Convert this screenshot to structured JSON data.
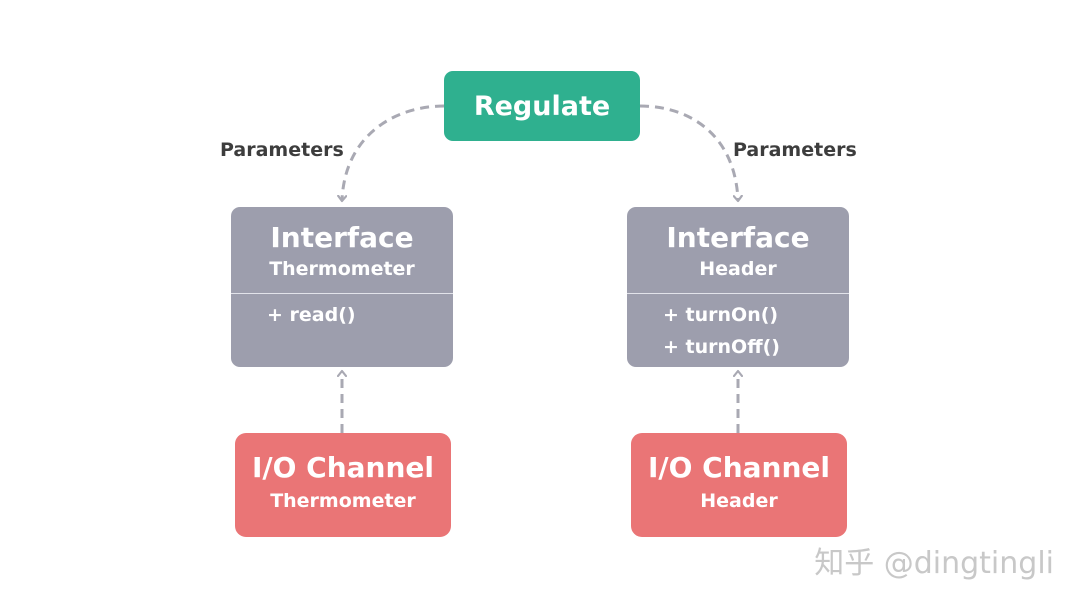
{
  "diagram": {
    "regulate": {
      "label": "Regulate"
    },
    "edges": {
      "left_label": "Parameters",
      "right_label": "Parameters"
    },
    "interfaces": [
      {
        "title": "Interface",
        "name": "Thermometer",
        "methods": [
          "+ read()"
        ]
      },
      {
        "title": "Interface",
        "name": "Header",
        "methods": [
          "+ turnOn()",
          "+ turnOff()"
        ]
      }
    ],
    "channels": [
      {
        "title": "I/O Channel",
        "name": "Thermometer"
      },
      {
        "title": "I/O Channel",
        "name": "Header"
      }
    ],
    "colors": {
      "regulate": "#2fb08f",
      "interface": "#9d9ead",
      "channel": "#ea7576",
      "connector": "#a9a9b3"
    }
  },
  "watermark": "知乎 @dingtingli"
}
